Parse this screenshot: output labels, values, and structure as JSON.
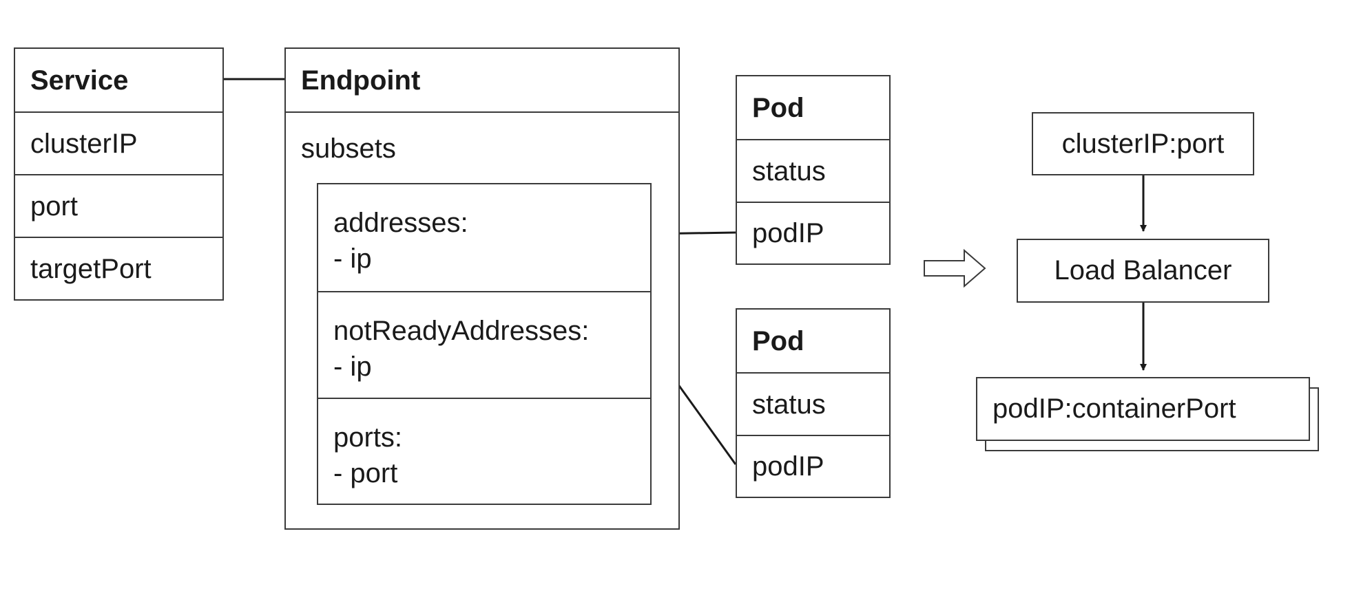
{
  "service": {
    "title": "Service",
    "fields": [
      "clusterIP",
      "port",
      "targetPort"
    ]
  },
  "endpoint": {
    "title": "Endpoint",
    "subsets_label": "subsets",
    "subsets": [
      {
        "key": "addresses:",
        "item": "- ip"
      },
      {
        "key": "notReadyAddresses:",
        "item": "- ip"
      },
      {
        "key": "ports:",
        "item": "- port"
      }
    ]
  },
  "pods": [
    {
      "title": "Pod",
      "fields": [
        "status",
        "podIP"
      ]
    },
    {
      "title": "Pod",
      "fields": [
        "status",
        "podIP"
      ]
    }
  ],
  "flow": {
    "source": "clusterIP:port",
    "balancer": "Load Balancer",
    "target": "podIP:containerPort"
  }
}
